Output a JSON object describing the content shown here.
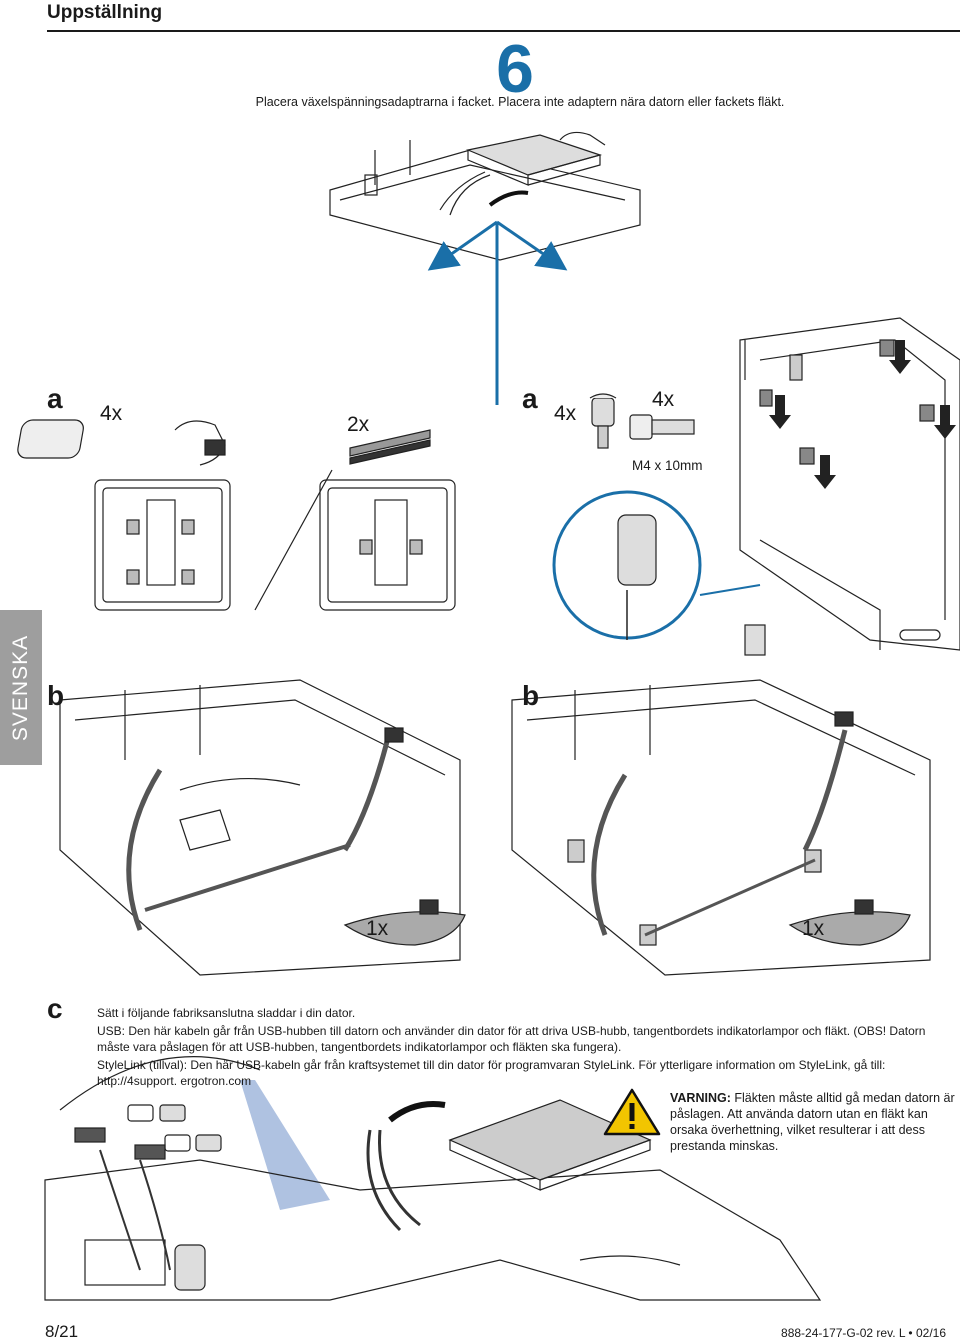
{
  "header": {
    "title": "Uppställning"
  },
  "step": {
    "number": "6",
    "description": "Placera växelspänningsadaptrarna i facket. Placera inte adaptern nära datorn eller fackets fläkt."
  },
  "side_tab": {
    "label": "SVENSKA"
  },
  "panel_a_left": {
    "letter": "a",
    "qty_pads": "4x",
    "qty_velcro": "2x"
  },
  "panel_a_right": {
    "letter": "a",
    "qty_bumpers": "4x",
    "qty_screws": "4x",
    "screw_spec": "M4 x 10mm"
  },
  "panel_b_left": {
    "letter": "b",
    "qty_strap": "1x"
  },
  "panel_b_right": {
    "letter": "b",
    "qty_strap": "1x"
  },
  "section_c": {
    "letter": "c",
    "line1": "Sätt i följande fabriksanslutna sladdar i din dator.",
    "line2": "USB: Den här kabeln går från USB-hubben till datorn och använder din dator för att driva USB-hubb, tangentbordets indikatorlampor och fläkt. (OBS! Datorn måste vara påslagen för att USB-hubben, tangentbordets indikatorlampor och fläkten ska fungera).",
    "line3": "StyleLink (tillval): Den här USB-kabeln går från kraftsystemet till din dator för programvaran StyleLink. För ytterligare information om StyleLink, gå till: http://4support. ergotron.com"
  },
  "warning": {
    "label": "VARNING:",
    "text": "Fläkten måste alltid gå medan datorn är påslagen. Att använda datorn utan en fläkt kan orsaka överhettning, vilket resulterar i att dess prestanda minskas."
  },
  "footer": {
    "page": "8/21",
    "doc": "888-24-177-G-02 rev. L • 02/16"
  },
  "colors": {
    "accent": "#1a6fa8",
    "tab": "#9e9e9e",
    "warning": "#f2c500"
  }
}
